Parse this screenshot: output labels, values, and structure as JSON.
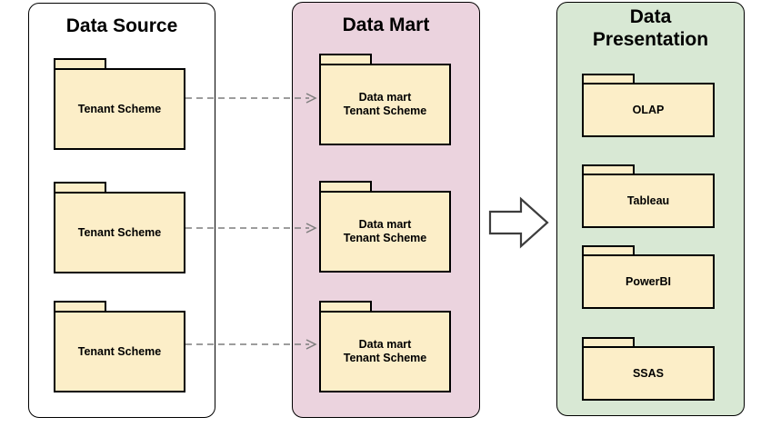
{
  "diagram": {
    "type": "data-architecture-flow",
    "columns": [
      {
        "id": "data-source",
        "title": "Data Source",
        "background": "#ffffff",
        "folders": [
          {
            "label": "Tenant Scheme"
          },
          {
            "label": "Tenant Scheme"
          },
          {
            "label": "Tenant Scheme"
          }
        ]
      },
      {
        "id": "data-mart",
        "title": "Data Mart",
        "background": "#ebd3de",
        "folders": [
          {
            "label": "Data mart\nTenant Scheme"
          },
          {
            "label": "Data mart\nTenant Scheme"
          },
          {
            "label": "Data mart\nTenant Scheme"
          }
        ]
      },
      {
        "id": "data-presentation",
        "title": "Data Presentation",
        "background": "#d8e8d4",
        "folders": [
          {
            "label": "OLAP"
          },
          {
            "label": "Tableau"
          },
          {
            "label": "PowerBI"
          },
          {
            "label": "SSAS"
          }
        ]
      }
    ],
    "connectors": [
      {
        "type": "dashed-arrow",
        "from": "data-source.folder-1",
        "to": "data-mart.folder-1"
      },
      {
        "type": "dashed-arrow",
        "from": "data-source.folder-2",
        "to": "data-mart.folder-2"
      },
      {
        "type": "dashed-arrow",
        "from": "data-source.folder-3",
        "to": "data-mart.folder-3"
      },
      {
        "type": "block-arrow",
        "from": "data-mart",
        "to": "data-presentation"
      }
    ],
    "colors": {
      "folder_fill": "#fceec8",
      "mart_background": "#ebd3de",
      "presentation_background": "#d8e8d4",
      "shape_border": "#000000",
      "dashed_arrow": "#7d7d7d",
      "block_arrow_stroke": "#3d3d3d"
    }
  }
}
